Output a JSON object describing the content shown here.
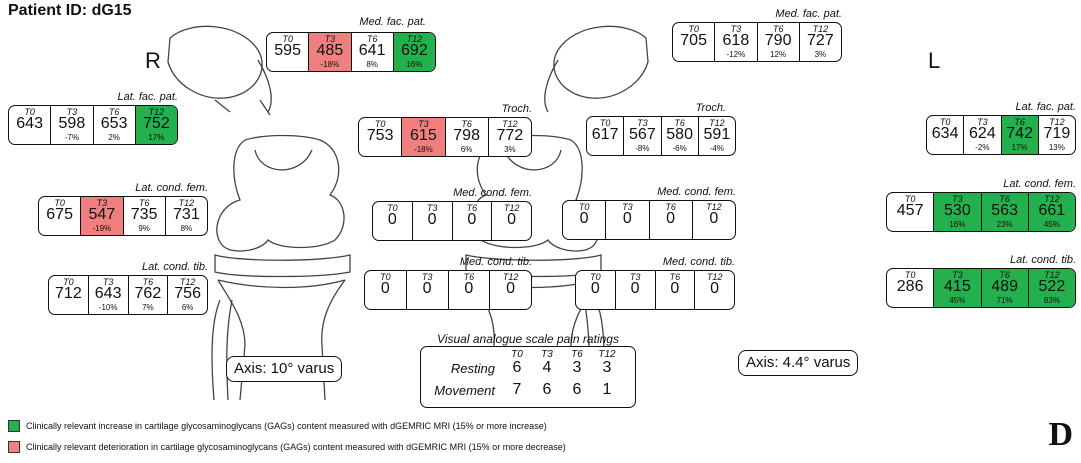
{
  "title": "Patient ID: dG15",
  "sides": {
    "right": "R",
    "left": "L"
  },
  "time_labels": [
    "T0",
    "T3",
    "T6",
    "T12"
  ],
  "colors": {
    "increase": "#22b14c",
    "decrease": "#f08080"
  },
  "right_knee": {
    "axis": "Axis: 10° varus",
    "regions": [
      {
        "label": "Med. fac. pat.",
        "values": [
          "595",
          "485",
          "641",
          "692"
        ],
        "pcts": [
          "",
          "-18%",
          "8%",
          "16%"
        ],
        "status": [
          "",
          "decrease",
          "",
          "increase"
        ]
      },
      {
        "label": "Lat. fac. pat.",
        "values": [
          "643",
          "598",
          "653",
          "752"
        ],
        "pcts": [
          "",
          "-7%",
          "2%",
          "17%"
        ],
        "status": [
          "",
          "",
          "",
          "increase"
        ]
      },
      {
        "label": "Troch.",
        "values": [
          "753",
          "615",
          "798",
          "772"
        ],
        "pcts": [
          "",
          "-18%",
          "6%",
          "3%"
        ],
        "status": [
          "",
          "decrease",
          "",
          ""
        ]
      },
      {
        "label": "Lat. cond. fem.",
        "values": [
          "675",
          "547",
          "735",
          "731"
        ],
        "pcts": [
          "",
          "-19%",
          "9%",
          "8%"
        ],
        "status": [
          "",
          "decrease",
          "",
          ""
        ]
      },
      {
        "label": "Med. cond. fem.",
        "values": [
          "0",
          "0",
          "0",
          "0"
        ],
        "pcts": [
          "",
          "",
          "",
          ""
        ],
        "status": [
          "",
          "",
          "",
          ""
        ]
      },
      {
        "label": "Lat. cond. tib.",
        "values": [
          "712",
          "643",
          "762",
          "756"
        ],
        "pcts": [
          "",
          "-10%",
          "7%",
          "6%"
        ],
        "status": [
          "",
          "",
          "",
          ""
        ]
      },
      {
        "label": "Med. cond. tib.",
        "values": [
          "0",
          "0",
          "0",
          "0"
        ],
        "pcts": [
          "",
          "",
          "",
          ""
        ],
        "status": [
          "",
          "",
          "",
          ""
        ]
      }
    ]
  },
  "left_knee": {
    "axis": "Axis: 4.4° varus",
    "regions": [
      {
        "label": "Med. fac. pat.",
        "values": [
          "705",
          "618",
          "790",
          "727"
        ],
        "pcts": [
          "",
          "-12%",
          "12%",
          "3%"
        ],
        "status": [
          "",
          "",
          "",
          ""
        ]
      },
      {
        "label": "Lat. fac. pat.",
        "values": [
          "634",
          "624",
          "742",
          "719"
        ],
        "pcts": [
          "",
          "-2%",
          "17%",
          "13%"
        ],
        "status": [
          "",
          "",
          "increase",
          ""
        ]
      },
      {
        "label": "Troch.",
        "values": [
          "617",
          "567",
          "580",
          "591"
        ],
        "pcts": [
          "",
          "-8%",
          "-6%",
          "-4%"
        ],
        "status": [
          "",
          "",
          "",
          ""
        ]
      },
      {
        "label": "Lat. cond. fem.",
        "values": [
          "457",
          "530",
          "563",
          "661"
        ],
        "pcts": [
          "",
          "16%",
          "23%",
          "45%"
        ],
        "status": [
          "",
          "increase",
          "increase",
          "increase"
        ]
      },
      {
        "label": "Med. cond. fem.",
        "values": [
          "0",
          "0",
          "0",
          "0"
        ],
        "pcts": [
          "",
          "",
          "",
          ""
        ],
        "status": [
          "",
          "",
          "",
          ""
        ]
      },
      {
        "label": "Lat. cond. tib.",
        "values": [
          "286",
          "415",
          "489",
          "522"
        ],
        "pcts": [
          "",
          "45%",
          "71%",
          "83%"
        ],
        "status": [
          "",
          "increase",
          "increase",
          "increase"
        ]
      },
      {
        "label": "Med. cond. tib.",
        "values": [
          "0",
          "0",
          "0",
          "0"
        ],
        "pcts": [
          "",
          "",
          "",
          ""
        ],
        "status": [
          "",
          "",
          "",
          ""
        ]
      }
    ]
  },
  "vas": {
    "title": "Visual analogue scale pain ratings",
    "rows": [
      {
        "label": "Resting",
        "values": [
          "6",
          "4",
          "3",
          "3"
        ]
      },
      {
        "label": "Movement",
        "values": [
          "7",
          "6",
          "6",
          "1"
        ]
      }
    ]
  },
  "legend": [
    {
      "color": "#22b14c",
      "text": "Clinically relevant  increase in cartilage glycosaminoglycans (GAGs) content measured with dGEMRIC MRI (15% or more increase)"
    },
    {
      "color": "#f08080",
      "text": "Clinically relevant deterioration in cartilage glycosaminoglycans (GAGs) content measured with dGEMRIC MRI  (15% or more decrease)"
    }
  ],
  "panel_letter": "D"
}
